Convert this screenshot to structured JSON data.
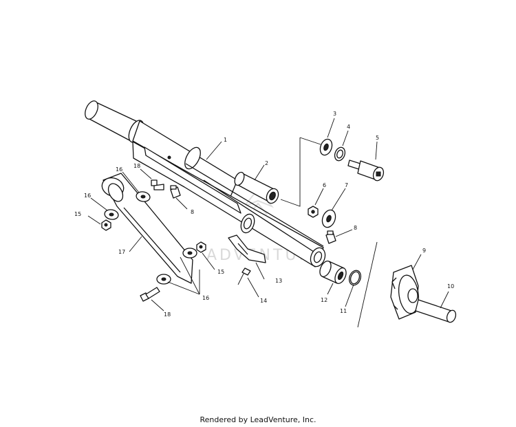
{
  "diagram": {
    "watermark": "ADVENTURE",
    "part_numbers": {
      "p1": "1",
      "p2": "2",
      "p3": "3",
      "p4": "4",
      "p5": "5",
      "p6": "6",
      "p7": "7",
      "p8a": "8",
      "p8b": "8",
      "p9": "9",
      "p10": "10",
      "p11": "11",
      "p12": "12",
      "p13": "13",
      "p14": "14",
      "p15a": "15",
      "p15b": "15",
      "p16a": "16",
      "p16b": "16",
      "p16c": "16",
      "p17": "17",
      "p18a": "18",
      "p18b": "18"
    }
  },
  "footer": {
    "credit": "Rendered by LeadVenture, Inc."
  }
}
